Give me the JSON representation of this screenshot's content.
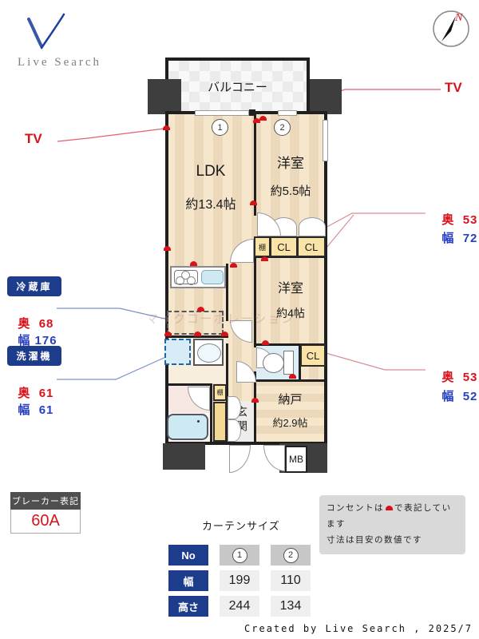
{
  "logo": {
    "brand": "Live Search"
  },
  "compass": {
    "north": "N"
  },
  "plan": {
    "balcony": "バルコニー",
    "windows": [
      "1",
      "2"
    ],
    "rooms": {
      "ldk": {
        "name": "LDK",
        "size": "約13.4帖"
      },
      "bed1": {
        "name": "洋室",
        "size": "約5.5帖"
      },
      "bed2": {
        "name": "洋室",
        "size": "約4帖"
      },
      "storage": {
        "name": "納戸",
        "size": "約2.9帖"
      },
      "entrance": "玄関"
    },
    "labels": {
      "cl": "CL",
      "shelf": "棚",
      "mb": "MB"
    }
  },
  "annotations": {
    "tv": "TV",
    "fridge": {
      "title": "冷蔵庫",
      "depth_key": "奥",
      "depth": "68",
      "width_key": "幅",
      "width": "176"
    },
    "washer": {
      "title": "洗濯機",
      "depth_key": "奥",
      "depth": "61",
      "width_key": "幅",
      "width": "61"
    },
    "closet_upper": {
      "depth_key": "奥",
      "depth": "53",
      "width_key": "幅",
      "width": "72"
    },
    "closet_lower": {
      "depth_key": "奥",
      "depth": "53",
      "width_key": "幅",
      "width": "52"
    }
  },
  "breaker": {
    "title": "ブレーカー表記",
    "value": "60A"
  },
  "curtain": {
    "title": "カーテンサイズ",
    "no_label": "No",
    "columns": [
      "1",
      "2"
    ],
    "rows": [
      {
        "label": "幅",
        "values": [
          "199",
          "110"
        ]
      },
      {
        "label": "高さ",
        "values": [
          "244",
          "134"
        ]
      }
    ]
  },
  "legend": {
    "line1_pre": "コンセントは",
    "line1_post": "で表記しています",
    "line2": "寸法は目安の数値です"
  },
  "watermark": "マイクコーポレーション",
  "footer": {
    "credit": "Created by Live Search , 2025/7"
  },
  "colors": {
    "accent_navy": "#1e3c8c",
    "red": "#d8121a",
    "blue": "#2740c0",
    "wall": "#1f1f1f",
    "floor_light": "#f5e6cc",
    "floor_dark": "#ecd8ba",
    "closet_yellow": "#f9e3a6",
    "note_bg": "#d9d9d9"
  }
}
